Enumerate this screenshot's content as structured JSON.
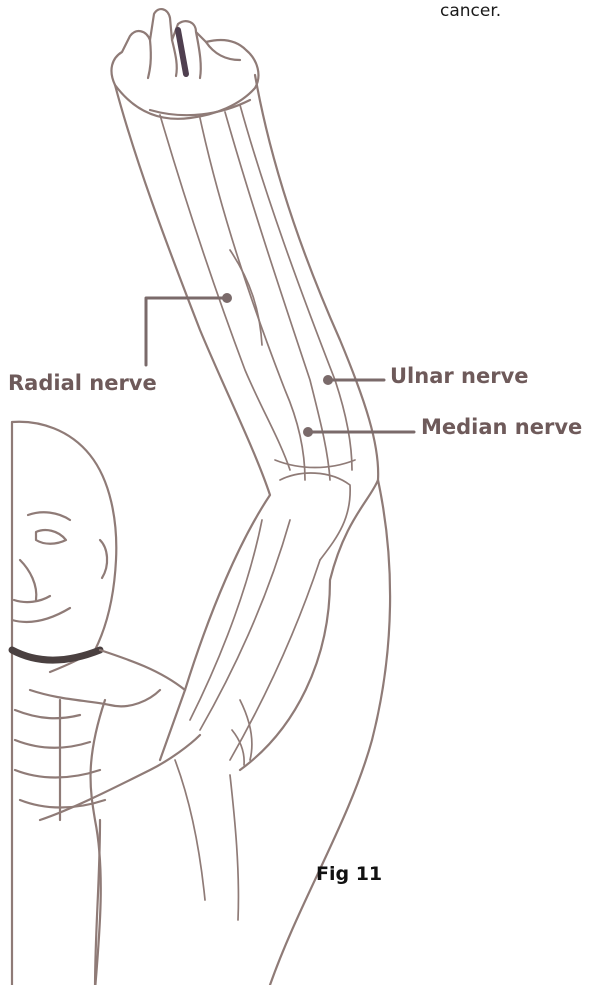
{
  "header": {
    "continuation_text": "cancer."
  },
  "labels": {
    "radial": "Radial nerve",
    "ulnar": "Ulnar nerve",
    "median": "Median nerve"
  },
  "caption": {
    "text": "Fig 11"
  },
  "colors": {
    "outline": "#8f7b77",
    "label": "#6e5a5a",
    "leader": "#7a6a6a",
    "background": "#ffffff"
  }
}
